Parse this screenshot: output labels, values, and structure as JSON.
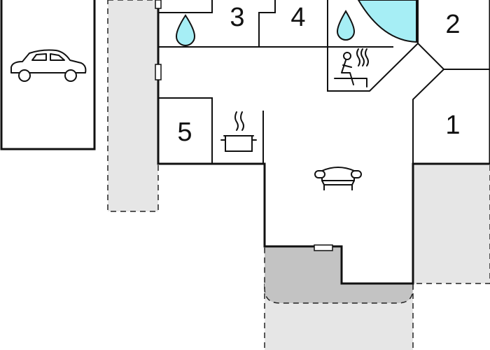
{
  "floorplan": {
    "rooms": [
      {
        "id": "room-1",
        "number": "1"
      },
      {
        "id": "room-2",
        "number": "2"
      },
      {
        "id": "room-3",
        "number": "3"
      },
      {
        "id": "room-4",
        "number": "4"
      },
      {
        "id": "room-5",
        "number": "5"
      }
    ],
    "icons": [
      "car-icon",
      "water-drop-icon",
      "water-drop-icon",
      "sauna-icon",
      "cooking-pot-icon",
      "armchair-icon"
    ],
    "colors": {
      "wall": "#111111",
      "pool_water": "#a6eef5",
      "outdoor_area": "#e6e6e6",
      "terrace": "#c3c3c3",
      "dashed_outline": "#222222"
    }
  }
}
